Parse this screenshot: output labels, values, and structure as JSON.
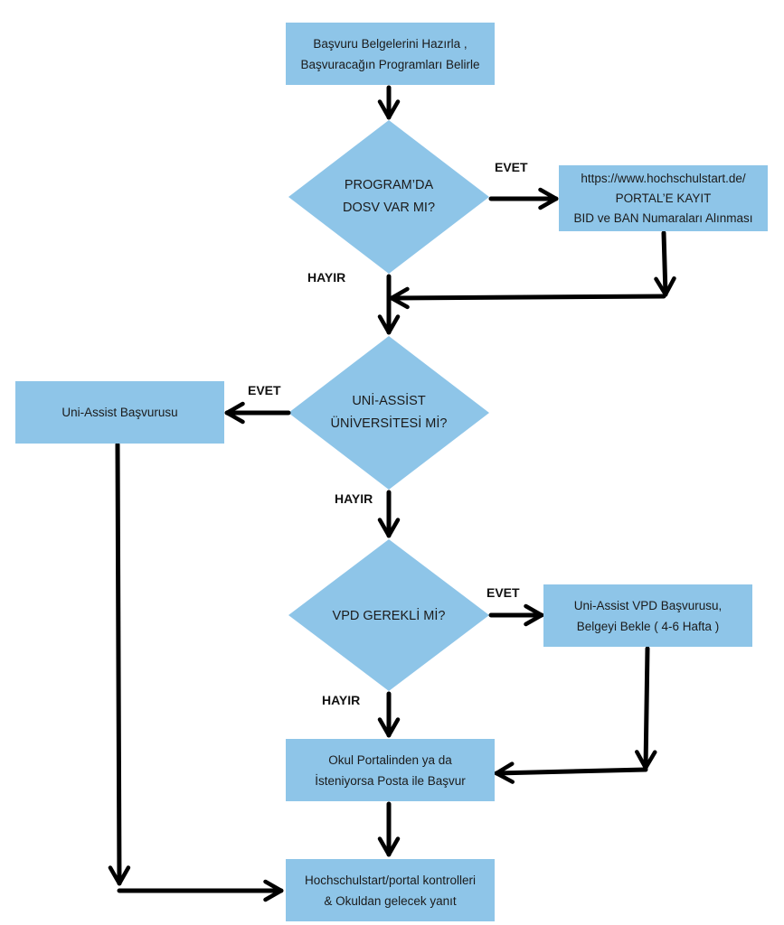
{
  "colors": {
    "node_fill": "#8ec5e8",
    "connector": "#000000",
    "text": "#1b1b1b"
  },
  "nodes": {
    "start": {
      "shape": "rectangle",
      "lines": [
        "Başvuru Belgelerini Hazırla ,",
        "Başvuracağın Programları Belirle"
      ]
    },
    "dosv_q": {
      "shape": "diamond",
      "lines": [
        "PROGRAM’DA",
        "DOSV VAR MI?"
      ]
    },
    "portal": {
      "shape": "rectangle",
      "lines": [
        "https://www.hochschulstart.de/",
        "PORTAL’E KAYIT",
        "BID ve BAN Numaraları Alınması"
      ]
    },
    "uni_q": {
      "shape": "diamond",
      "lines": [
        "UNİ-ASSİST",
        "ÜNİVERSİTESİ Mİ?"
      ]
    },
    "uni_assist": {
      "shape": "rectangle",
      "lines": [
        "Uni-Assist Başvurusu"
      ]
    },
    "vpd_q": {
      "shape": "diamond",
      "lines": [
        "VPD GEREKLİ Mİ?"
      ]
    },
    "vpd": {
      "shape": "rectangle",
      "lines": [
        "Uni-Assist VPD Başvurusu,",
        "Belgeyi Bekle ( 4-6 Hafta )"
      ]
    },
    "apply": {
      "shape": "rectangle",
      "lines": [
        "Okul Portalinden ya da",
        "İsteniyorsa Posta ile Başvur"
      ]
    },
    "final": {
      "shape": "rectangle",
      "lines": [
        "Hochschulstart/portal kontrolleri",
        "& Okuldan gelecek yanıt"
      ]
    }
  },
  "edge_labels": {
    "dosv_yes": "EVET",
    "dosv_no": "HAYIR",
    "uni_yes": "EVET",
    "uni_no": "HAYIR",
    "vpd_yes": "EVET",
    "vpd_no": "HAYIR"
  }
}
